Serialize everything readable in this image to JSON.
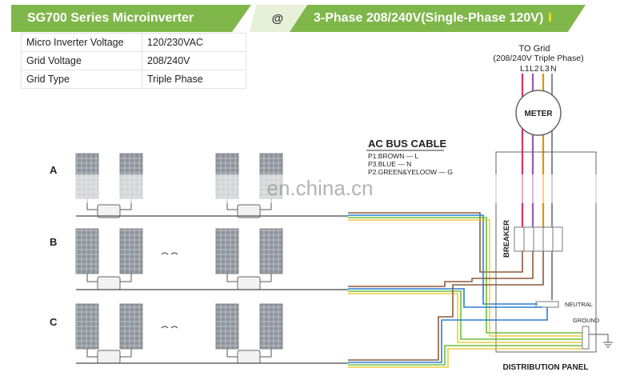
{
  "header": {
    "left_title": "SG700 Series Microinverter",
    "mid_symbol": "@",
    "right_title": "3-Phase 208/240V(Single-Phase 120V)",
    "right_accent": "I"
  },
  "specs": [
    {
      "label": "Micro Inverter Voltage",
      "value": "120/230VAC"
    },
    {
      "label": "Grid  Voltage",
      "value": "208/240V"
    },
    {
      "label": "Grid Type",
      "value": "Triple Phase"
    }
  ],
  "grid": {
    "title": "TO Grid",
    "subtitle": "(208/240V Triple Phase)",
    "lines": [
      "L1",
      "L2",
      "L3",
      "N"
    ],
    "meter": "METER"
  },
  "bus": {
    "title": "AC BUS CABLE",
    "legend": [
      "P1.BROWN — L",
      "P3.BLUE — N",
      "P2.GREEN&YELOOW — G"
    ]
  },
  "rows": [
    "A",
    "B",
    "C"
  ],
  "panel": {
    "breaker": "BREAKER",
    "neutral": "NEUTRAL",
    "ground": "GROUND",
    "title": "DISTRIBUTION PANEL"
  },
  "watermark": "en.china.cn",
  "colors": {
    "banner_green": "#7fb74a",
    "wire_brown": "#8b5a3c",
    "wire_blue": "#2a7fd4",
    "wire_green": "#6bbf3a",
    "wire_yellow": "#e8c21a",
    "l1": "#d6336c",
    "l2": "#9b59b6",
    "l3": "#f08c00",
    "n": "#8a8a8a"
  }
}
